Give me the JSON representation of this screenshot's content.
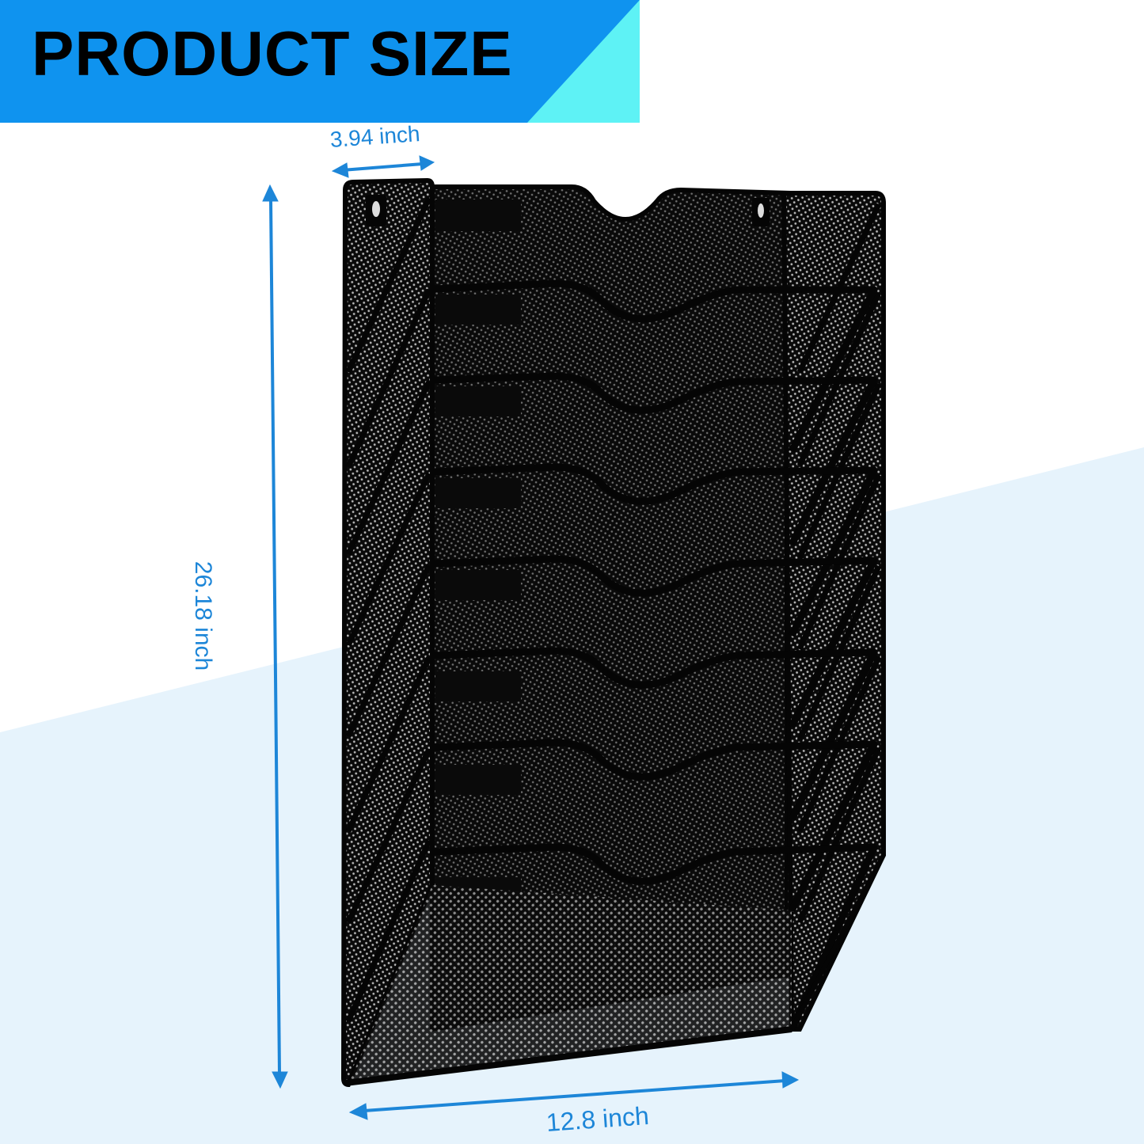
{
  "banner": {
    "title": "PRODUCT SIZE",
    "colors": {
      "primary": "#0f93ef",
      "accent": "#5ef2f5",
      "text": "#000000"
    }
  },
  "background": {
    "upper": "#ffffff",
    "lower": "#e6f3fc"
  },
  "product": {
    "name": "wall-mounted mesh file organizer",
    "color": "#0a0a0a",
    "pocket_count": 8
  },
  "dimensions": {
    "color": "#1d86d8",
    "depth": {
      "label": "3.94 inch"
    },
    "height": {
      "label": "26.18 inch"
    },
    "width": {
      "label": "12.8 inch"
    }
  }
}
